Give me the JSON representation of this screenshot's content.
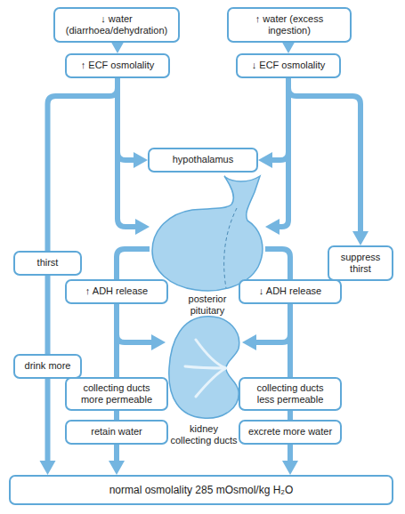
{
  "diagram": {
    "nodes": [
      {
        "text": [
          "↓ water (diarrhoea/dehydration)"
        ]
      },
      {
        "text": [
          "↑ water (excess ingestion)"
        ]
      },
      {
        "text": [
          "↑ ECF osmolality"
        ]
      },
      {
        "text": [
          "↓ ECF osmolality"
        ]
      },
      {
        "text": [
          "hypothalamus"
        ]
      },
      {
        "text": [
          "posterior pituitary"
        ]
      },
      {
        "text": [
          "thirst"
        ]
      },
      {
        "text": [
          "suppress thirst"
        ]
      },
      {
        "text": [
          "↑ ADH release"
        ]
      },
      {
        "text": [
          "↓ ADH release"
        ]
      },
      {
        "text": [
          "drink more"
        ]
      },
      {
        "text": [
          "kidney collecting ducts"
        ]
      },
      {
        "text": [
          "collecting ducts more permeable"
        ]
      },
      {
        "text": [
          "collecting ducts less permeable"
        ]
      },
      {
        "text": [
          "retain water"
        ]
      },
      {
        "text": [
          "excrete more water"
        ]
      },
      {
        "text": [
          "normal osmolality 285 mOsmol/kg H₂O"
        ]
      }
    ],
    "edges": [
      {
        "from": 0,
        "to": 2,
        "arrow": "to"
      },
      {
        "from": 2,
        "to": 4,
        "arrow": "to"
      },
      {
        "from": 2,
        "to": 5,
        "arrow": "to"
      },
      {
        "from": 2,
        "to": 6,
        "arrow": "none"
      },
      {
        "from": 6,
        "to": 10,
        "arrow": "none"
      },
      {
        "from": 10,
        "to": 16,
        "arrow": "to"
      },
      {
        "from": 5,
        "to": 8,
        "arrow": "none"
      },
      {
        "from": 8,
        "to": 11,
        "arrow": "to"
      },
      {
        "from": 8,
        "to": 12,
        "arrow": "none"
      },
      {
        "from": 12,
        "to": 14,
        "arrow": "none"
      },
      {
        "from": 14,
        "to": 16,
        "arrow": "to"
      },
      {
        "from": 1,
        "to": 3,
        "arrow": "to"
      },
      {
        "from": 3,
        "to": 4,
        "arrow": "to"
      },
      {
        "from": 3,
        "to": 5,
        "arrow": "to"
      },
      {
        "from": 3,
        "to": 7,
        "arrow": "to"
      },
      {
        "from": 5,
        "to": 9,
        "arrow": "none"
      },
      {
        "from": 9,
        "to": 11,
        "arrow": "to"
      },
      {
        "from": 9,
        "to": 13,
        "arrow": "none"
      },
      {
        "from": 13,
        "to": 15,
        "arrow": "none"
      },
      {
        "from": 15,
        "to": 16,
        "arrow": "to"
      }
    ]
  }
}
